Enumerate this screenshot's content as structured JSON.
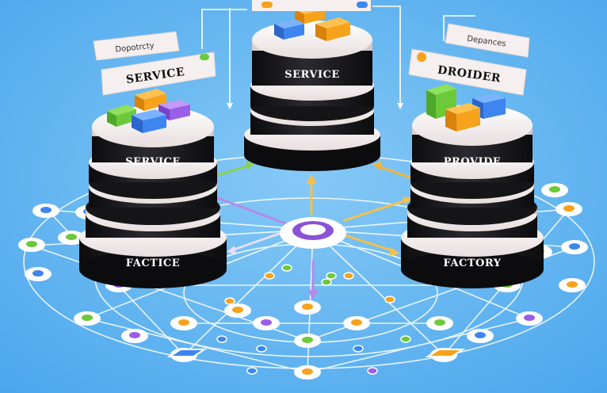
{
  "tags": {
    "dependency": "Dopotrcty",
    "service_banner": "SERVICE",
    "depances": "Depances",
    "provider_banner": "DROIDER"
  },
  "stacks": {
    "left_top": "SERVICE",
    "left_bottom": "FACTICE",
    "center_top": "SERVICE",
    "right_top": "PROVIDE",
    "right_bottom": "FACTORY"
  },
  "colors": {
    "background": "#5db3f0",
    "disc_dark": "#151518",
    "disc_light": "#f2ecec",
    "cube_green": "#6cc93a",
    "cube_orange": "#f6a21c",
    "cube_blue": "#3d86f0",
    "cube_purple": "#9b5ee8",
    "hub_purple": "#8a53d6"
  }
}
